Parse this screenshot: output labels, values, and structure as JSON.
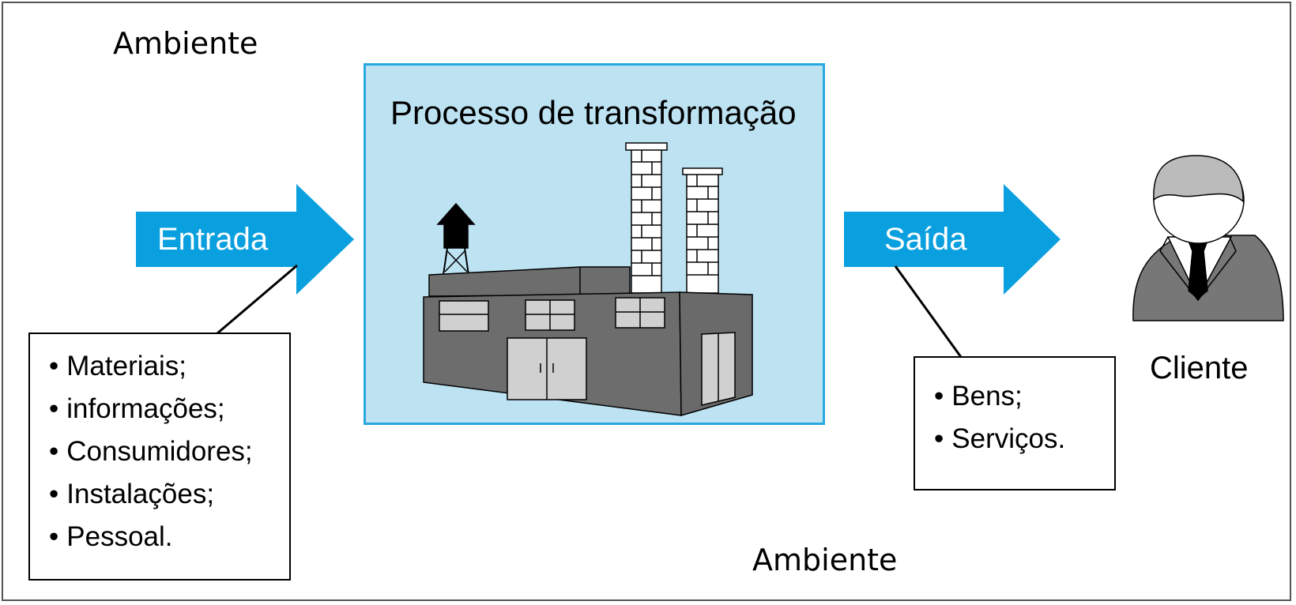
{
  "diagram": {
    "environment_top": "Ambiente",
    "environment_bottom": "Ambiente",
    "process_title": "Processo de transformação",
    "input_arrow_label": "Entrada",
    "output_arrow_label": "Saída",
    "inputs": [
      "Materiais;",
      "informações;",
      "Consumidores;",
      "Instalações;",
      "Pessoal."
    ],
    "outputs": [
      "Bens;",
      "Serviços."
    ],
    "client_label": "Cliente"
  },
  "colors": {
    "arrow": "#0aa0df",
    "process_fill": "#bde3f3",
    "process_border": "#29a8e0",
    "factory": "#6d6d6d"
  },
  "icons": [
    "factory-icon",
    "person-icon"
  ]
}
